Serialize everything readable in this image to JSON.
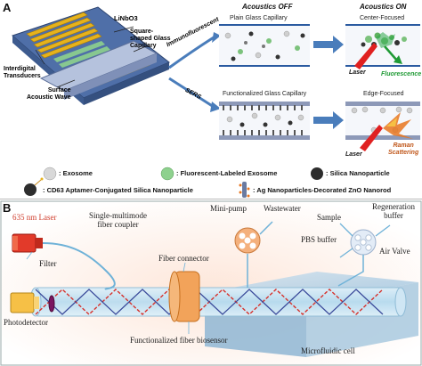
{
  "panel_a": {
    "letter": "A",
    "device": {
      "linbo3": "LiNbO3",
      "capillary": "Square-shaped Glass Capillary",
      "capillary_l1": "Square-",
      "capillary_l2": "shaped Glass",
      "capillary_l3": "Capillary",
      "idt_l1": "Interdigital",
      "idt_l2": "Transducers",
      "saw_l1": "Surface",
      "saw_l2": "Acoustic Wave"
    },
    "paths": {
      "top": "Immunofluorescent",
      "bottom": "SERS"
    },
    "headers": {
      "off": "Acoustics OFF",
      "on": "Acoustics ON"
    },
    "scenes": {
      "plain": "Plain Glass Capillary",
      "center": "Center-Focused",
      "functionalized": "Functionalized Glass Capillary",
      "edge": "Edge-Focused"
    },
    "signals": {
      "laser_top": "Laser",
      "fluorescence": "Fluorescence",
      "laser_bottom": "Laser",
      "raman_l1": "Raman",
      "raman_l2": "Scattering"
    },
    "legend": {
      "exosome": ": Exosome",
      "fluor_exosome": ": Fluorescent-Labeled Exosome",
      "silica": ": Silica Nanoparticle",
      "cd63": ": CD63 Aptamer-Conjugated Silica Nanoparticle",
      "nanorod": ": Ag Nanoparticles-Decorated ZnO Nanorod"
    }
  },
  "panel_b": {
    "letter": "B",
    "labels": {
      "laser": "635 nm Laser",
      "coupler_l1": "Single-multimode",
      "coupler_l2": "fiber coupler",
      "pump": "Mini-pump",
      "wastewater": "Wastewater",
      "sample": "Sample",
      "regen_l1": "Regeneration",
      "regen_l2": "buffer",
      "pbs": "PBS buffer",
      "air_valve": "Air Valve",
      "filter": "Filter",
      "fiber_connector": "Fiber connector",
      "photodetector": "Photodetector",
      "biosensor": "Functionalized fiber biosensor",
      "microfluidic": "Microfluidic cell"
    }
  },
  "colors": {
    "gold": "#e6b21c",
    "plate": "#4f6fa8",
    "capillary": "#9aa9c9",
    "arrow": "#4a7dbb",
    "green": "#7cc27c",
    "laser_red": "#e02020",
    "fluor_green": "#1f9a35",
    "raman_orange": "#e8751f",
    "panel_b_bg": "#fbeee6",
    "fiber": "#b9dcef",
    "chip": "#8fb6d3",
    "connector": "#f2a35a"
  }
}
